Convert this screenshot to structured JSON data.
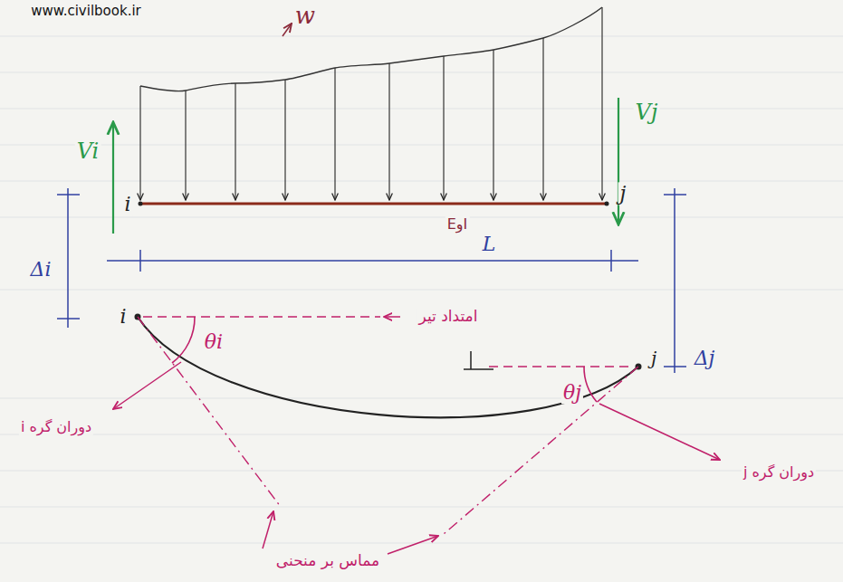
{
  "diagram": {
    "labels": [
      "www.civilbook.ir",
      "w",
      "Vi",
      "Vj",
      "i",
      "EوI",
      "j",
      "L",
      "Δi",
      "Δj",
      "i",
      "امتداد تیر",
      "j",
      "θi",
      "θj",
      "دوران گره i",
      "دوران گره j",
      "مماس بر منحنی"
    ]
  }
}
